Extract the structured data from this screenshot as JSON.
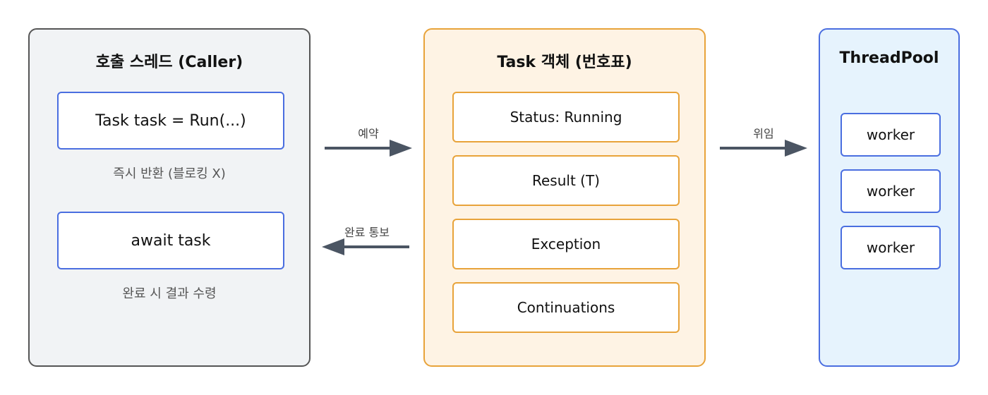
{
  "caller": {
    "title": "호출 스레드 (Caller)",
    "task_box": "Task task = Run(...)",
    "task_note": "즉시 반환 (블로킹 X)",
    "await_box": "await task",
    "await_note": "완료 시 결과 수령"
  },
  "task": {
    "title": "Task 객체 (번호표)",
    "fields": [
      "Status: Running",
      "Result (T)",
      "Exception",
      "Continuations"
    ]
  },
  "threadpool": {
    "title": "ThreadPool",
    "workers": [
      "worker",
      "worker",
      "worker"
    ]
  },
  "arrows": {
    "reserve": "예약",
    "complete_notify": "완료 통보",
    "delegate": "위임"
  },
  "colors": {
    "caller_bg": "#f1f3f5",
    "caller_border": "#555555",
    "task_bg": "#fef3e4",
    "task_border": "#e8a33a",
    "pool_bg": "#e6f3fd",
    "pool_border": "#4a6ee0",
    "arrow": "#4b5563"
  }
}
